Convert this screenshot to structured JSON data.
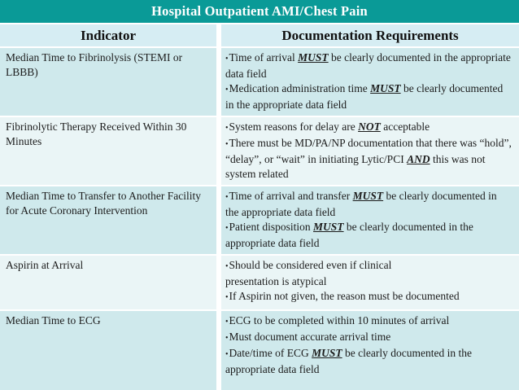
{
  "title": "Hospital Outpatient AMI/Chest Pain",
  "bullet": "•",
  "colors": {
    "title_bar": "#0a9a97",
    "title_text": "#ffffff",
    "header_bg": "#d6edf3",
    "row_odd_bg": "#cfe9ec",
    "row_even_bg": "#eaf5f6",
    "body_text": "#1c1c1c"
  },
  "columns": [
    "Indicator",
    "Documentation Requirements"
  ],
  "rows": [
    {
      "indicator": "Median Time to Fibrinolysis (STEMI or LBBB)",
      "requirements": [
        [
          {
            "t": "Time of arrival "
          },
          {
            "t": "MUST",
            "em": true
          },
          {
            "t": " be clearly documented in the appropriate data field"
          }
        ],
        [
          {
            "t": "Medication administration time "
          },
          {
            "t": "MUST",
            "em": true
          },
          {
            "t": " be clearly documented in the appropriate data field"
          }
        ]
      ]
    },
    {
      "indicator": "Fibrinolytic Therapy Received Within 30 Minutes",
      "requirements": [
        [
          {
            "t": "System reasons for delay are "
          },
          {
            "t": "NOT",
            "em": true
          },
          {
            "t": " acceptable"
          }
        ],
        [
          {
            "t": "There must be MD/PA/NP documentation that there was “hold”, “delay”, or “wait” in initiating Lytic/PCI "
          },
          {
            "t": "AND",
            "em": true
          },
          {
            "t": " this was not system related"
          }
        ]
      ]
    },
    {
      "indicator": "Median Time to Transfer to Another Facility for Acute Coronary Intervention",
      "requirements": [
        [
          {
            "t": "Time of arrival and transfer "
          },
          {
            "t": "MUST",
            "em": true
          },
          {
            "t": " be clearly documented in the appropriate data field"
          }
        ],
        [
          {
            "t": "Patient disposition "
          },
          {
            "t": "MUST",
            "em": true
          },
          {
            "t": " be clearly documented in the appropriate data field"
          }
        ]
      ]
    },
    {
      "indicator": "Aspirin at Arrival",
      "requirements": [
        [
          {
            "t": "Should be considered even if clinical"
          },
          {
            "br": true
          },
          {
            "t": " presentation is atypical"
          }
        ],
        [
          {
            "t": "If Aspirin not given, the reason must be documented"
          }
        ]
      ]
    },
    {
      "indicator": "Median Time to ECG",
      "requirements": [
        [
          {
            "t": "ECG to be completed within 10 minutes of arrival"
          }
        ],
        [
          {
            "t": "Must document accurate arrival time"
          }
        ],
        [
          {
            "t": "Date/time of ECG "
          },
          {
            "t": "MUST",
            "em": true
          },
          {
            "t": " be clearly documented in the appropriate data field"
          }
        ]
      ]
    }
  ]
}
